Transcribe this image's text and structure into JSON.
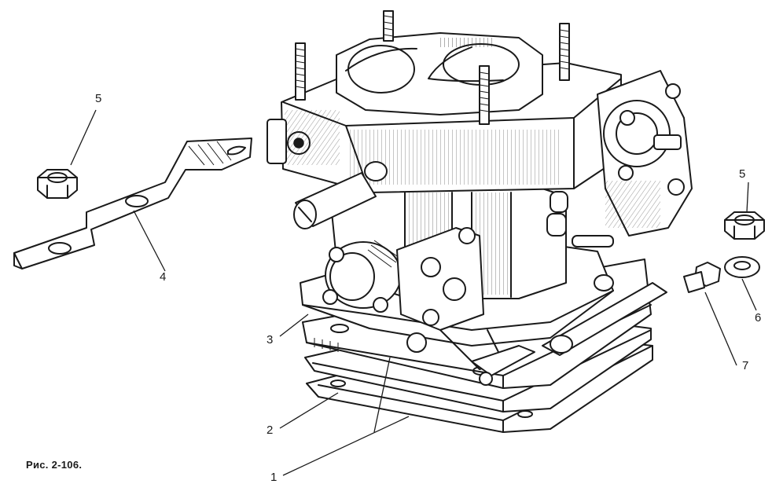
{
  "caption": "Рис. 2-106.",
  "callouts": {
    "c1": "1",
    "c2": "2",
    "c3": "3",
    "c4": "4",
    "c5_left": "5",
    "c5_right": "5",
    "c6": "6",
    "c7": "7"
  }
}
